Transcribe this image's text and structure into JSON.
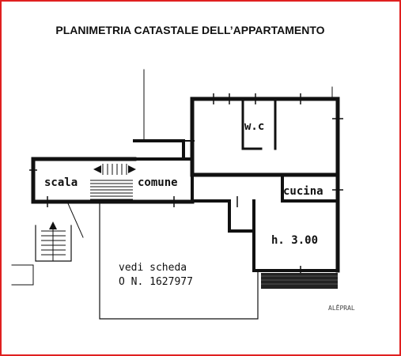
{
  "title": "PLANIMETRIA CATASTALE DELL’APPARTAMENTO",
  "rooms": {
    "wc": "w.c",
    "scala": "scala",
    "comune": "comune",
    "cucina": "cucina",
    "height": "h. 3.00"
  },
  "note": {
    "line1": "vedi scheda",
    "line2": "O N. 1627977"
  },
  "corner_mark": "ALĒPRAL",
  "colors": {
    "frame": "#e02020",
    "ink": "#111111"
  }
}
